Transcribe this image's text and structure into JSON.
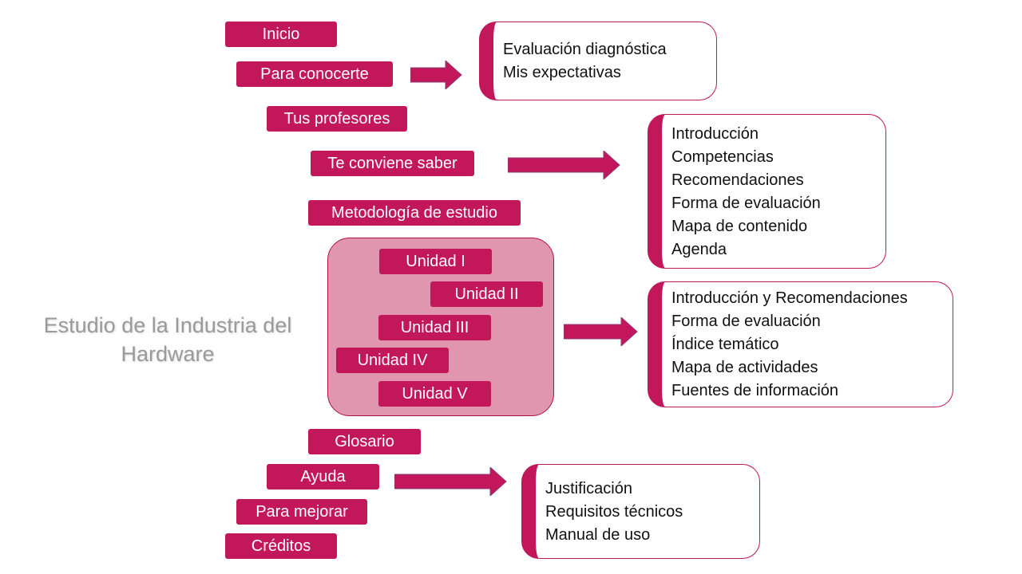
{
  "title": "Estudio de la Industria del Hardware",
  "menu": {
    "inicio": "Inicio",
    "para_conocerte": "Para conocerte",
    "tus_profesores": "Tus profesores",
    "te_conviene_saber": "Te conviene saber",
    "metodologia": "Metodología de estudio",
    "glosario": "Glosario",
    "ayuda": "Ayuda",
    "para_mejorar": "Para mejorar",
    "creditos": "Créditos"
  },
  "units": [
    "Unidad I",
    "Unidad II",
    "Unidad III",
    "Unidad IV",
    "Unidad V"
  ],
  "boxes": {
    "conocerte": [
      "Evaluación diagnóstica",
      "Mis expectativas"
    ],
    "conviene": [
      "Introducción",
      "Competencias",
      "Recomendaciones",
      "Forma de evaluación",
      "Mapa de contenido",
      "Agenda"
    ],
    "unidades": [
      "Introducción y Recomendaciones",
      "Forma de evaluación",
      "Índice temático",
      "Mapa de actividades",
      "Fuentes de información"
    ],
    "ayuda": [
      "Justificación",
      "Requisitos técnicos",
      "Manual de uso"
    ]
  },
  "colors": {
    "accent": "#c2185b",
    "group_fill": "#e096af",
    "title_text": "#9a9a9a"
  }
}
